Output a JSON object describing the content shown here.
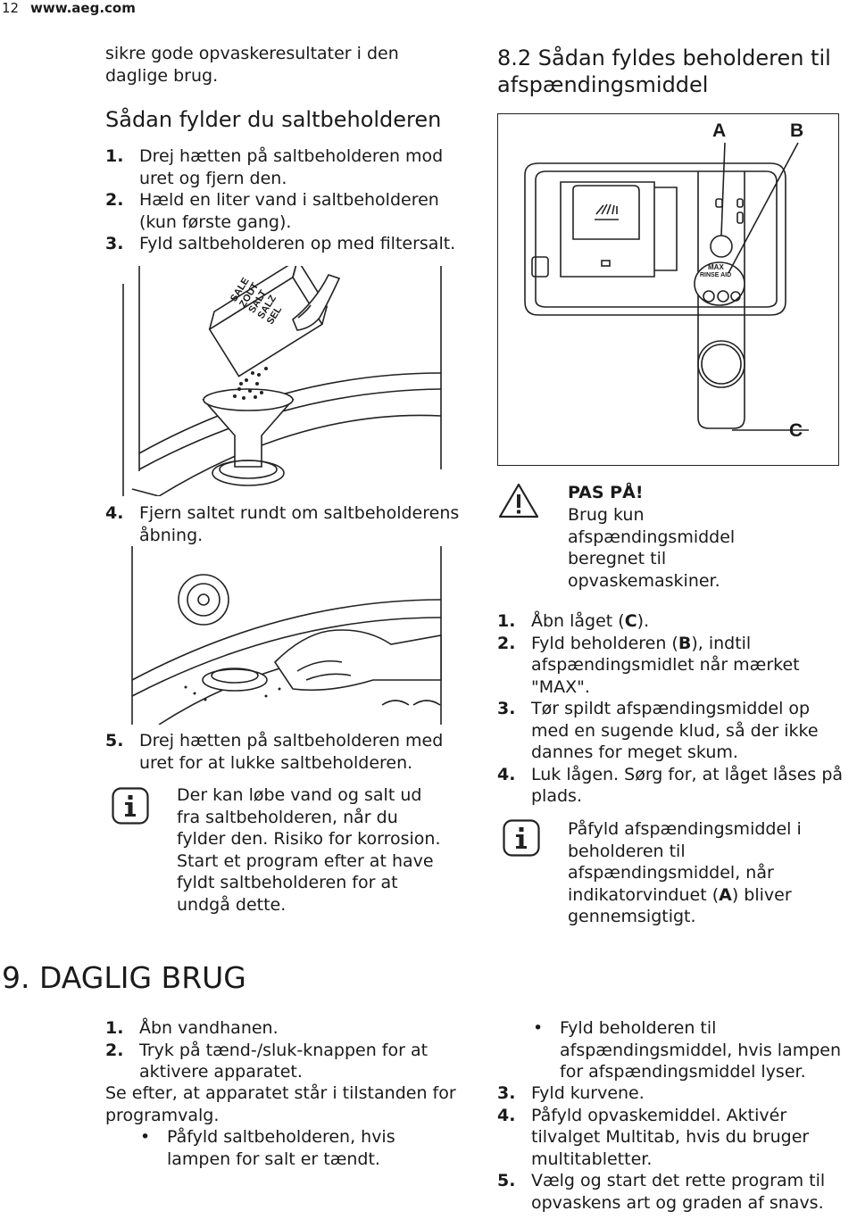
{
  "header": {
    "page_number": "12",
    "url": "www.aeg.com"
  },
  "left": {
    "intro": "sikre gode opvaskeresultater i den daglige brug.",
    "salt_heading": "Sådan fylder du saltbeholderen",
    "salt_steps": [
      {
        "num": "1.",
        "text": "Drej hætten på saltbeholderen mod uret og fjern den."
      },
      {
        "num": "2.",
        "text": "Hæld en liter vand i saltbeholderen (kun første gang)."
      },
      {
        "num": "3.",
        "text": "Fyld saltbeholderen op med filtersalt."
      }
    ],
    "package_label": [
      "SALE",
      "ZOUT",
      "SALT",
      "SALZ",
      "SEL"
    ],
    "step4": {
      "num": "4.",
      "text": "Fjern saltet rundt om saltbeholderens åbning."
    },
    "step5": {
      "num": "5.",
      "text": "Drej hætten på saltbeholderen med uret for at lukke saltbeholderen."
    },
    "info_note": "Der kan løbe vand og salt ud fra saltbeholderen, når du fylder den. Risiko for korrosion. Start et program efter at have fyldt saltbeholderen for at undgå dette."
  },
  "daily": {
    "heading": "9. DAGLIG BRUG",
    "steps": [
      {
        "num": "1.",
        "text": "Åbn vandhanen."
      },
      {
        "num": "2.",
        "text": "Tryk på tænd-/sluk-knappen for at aktivere apparatet."
      }
    ],
    "para": "Se efter, at apparatet står i tilstanden for programvalg.",
    "bullet": "Påfyld saltbeholderen, hvis lampen for salt er tændt."
  },
  "right": {
    "heading": "8.2 Sådan fyldes beholderen til afspændingsmiddel",
    "diagram_labels": {
      "a": "A",
      "b": "B",
      "c": "C",
      "max": "MAX",
      "rinse": "RINSE AID"
    },
    "warning_title": "PAS PÅ!",
    "warning_text": "Brug kun afspændingsmiddel beregnet til opvaskemaskiner.",
    "rinse_steps": [
      {
        "num": "1.",
        "pre": "Åbn låget (",
        "key": "C",
        "post": ")."
      },
      {
        "num": "2.",
        "pre": "Fyld beholderen (",
        "key": "B",
        "post": "), indtil afspændingsmidlet når mærket \"MAX\"."
      },
      {
        "num": "3.",
        "pre": "Tør spildt afspændingsmiddel op med en sugende klud, så der ikke dannes for meget skum.",
        "key": "",
        "post": ""
      },
      {
        "num": "4.",
        "pre": "Luk lågen. Sørg for, at låget låses på plads.",
        "key": "",
        "post": ""
      }
    ],
    "info_note": {
      "pre": "Påfyld afspændingsmiddel i beholderen til afspændingsmiddel, når indikatorvinduet (",
      "key": "A",
      "post": ") bliver gennemsigtigt."
    },
    "bullet": "Fyld beholderen til afspændingsmiddel, hvis lampen for afspændingsmiddel lyser.",
    "more_steps": [
      {
        "num": "3.",
        "text": "Fyld kurvene."
      },
      {
        "num": "4.",
        "text": "Påfyld opvaskemiddel. Aktivér tilvalget Multitab, hvis du bruger multitabletter."
      },
      {
        "num": "5.",
        "text": "Vælg og start det rette program til opvaskens art og graden af snavs."
      }
    ]
  }
}
